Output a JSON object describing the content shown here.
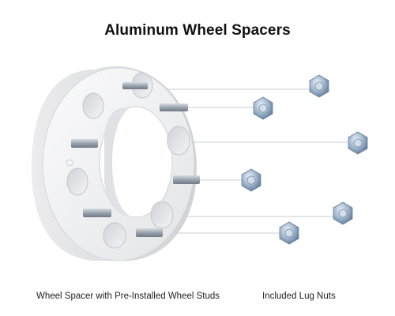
{
  "title": "Aluminum Wheel Spacers",
  "captions": {
    "spacer": "Wheel Spacer with Pre-Installed Wheel Studs",
    "lug_nuts": "Included Lug Nuts"
  },
  "colors": {
    "background": "#ffffff",
    "spacer_face": "#f4f4f5",
    "spacer_shadow": "#d9dadd",
    "leader_line": "#b9bcc2",
    "stud": "#a8b0bb",
    "lug_nut": "#8aa4c0"
  },
  "icons": {
    "spacer": "wheel-spacer-icon",
    "stud": "wheel-stud-icon",
    "nut": "lug-nut-icon"
  }
}
